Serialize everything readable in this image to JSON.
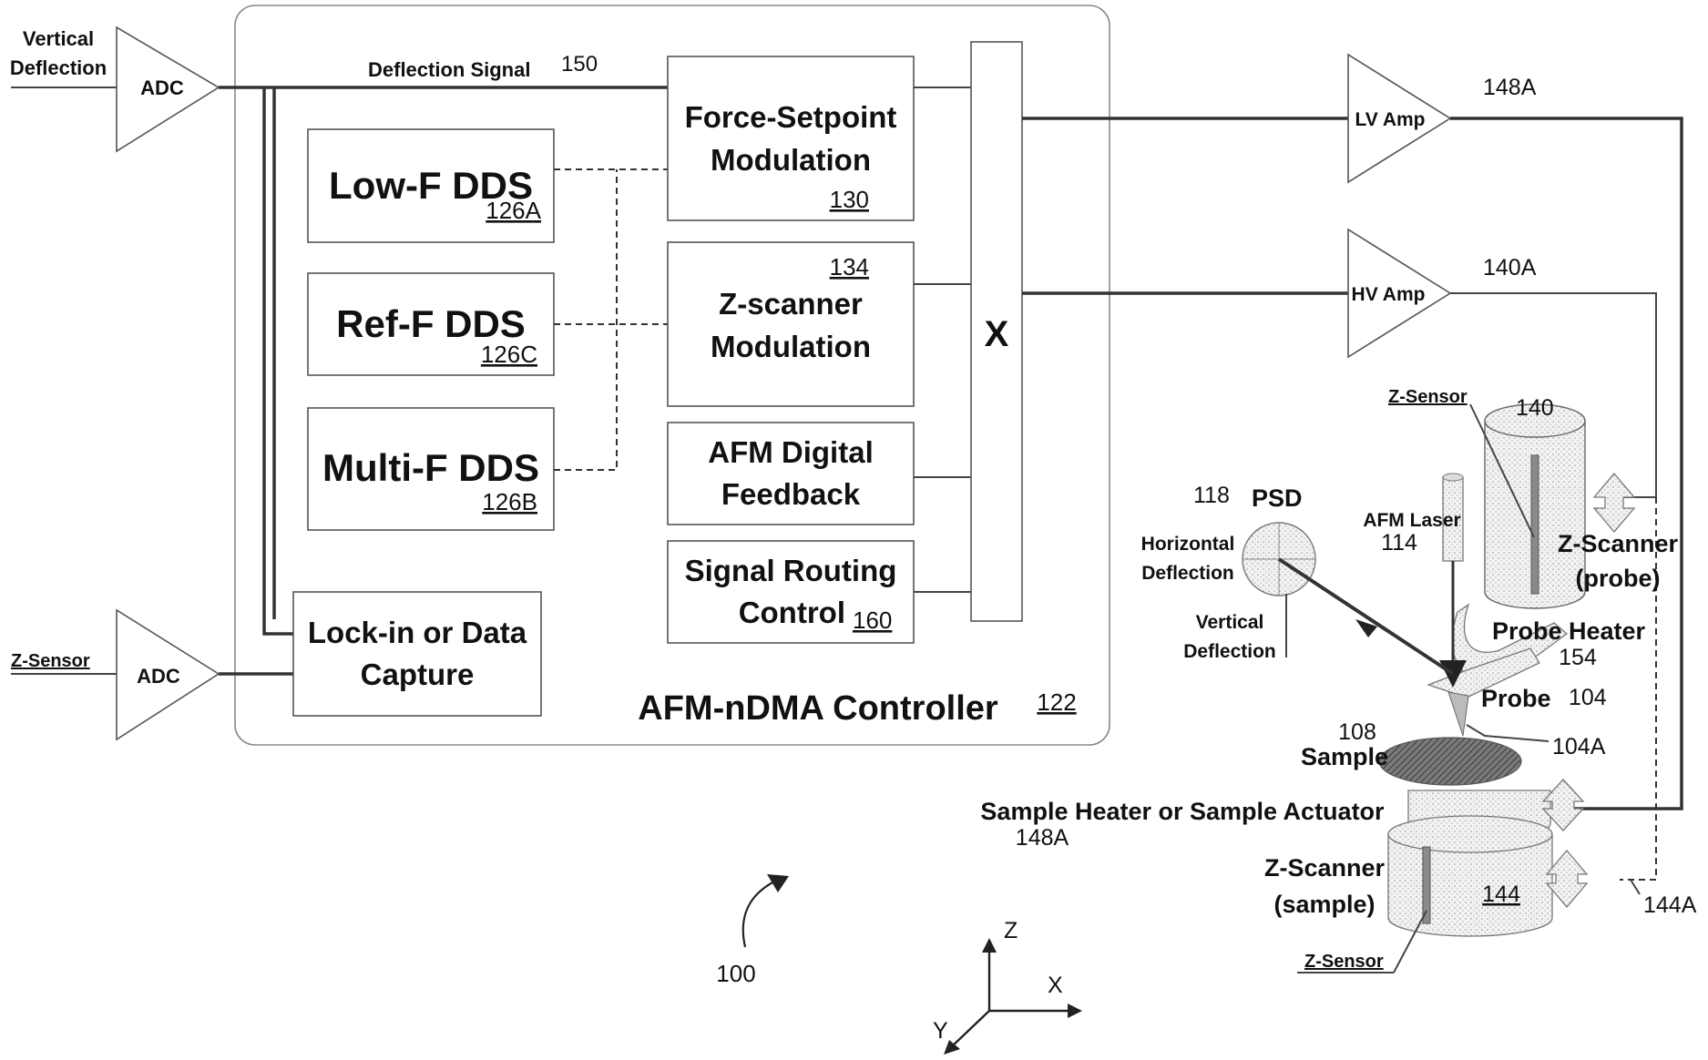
{
  "inputs": {
    "vertical_deflection_line1": "Vertical",
    "vertical_deflection_line2": "Deflection",
    "z_sensor": "Z-Sensor"
  },
  "adc_top": "ADC",
  "adc_bottom": "ADC",
  "deflection_signal": {
    "label": "Deflection Signal",
    "ref": "150"
  },
  "controller": {
    "label": "AFM-nDMA Controller",
    "ref": "122"
  },
  "dds": [
    {
      "label": "Low-F DDS",
      "ref": "126A"
    },
    {
      "label": "Ref-F DDS",
      "ref": "126C"
    },
    {
      "label": "Multi-F DDS",
      "ref": "126B"
    }
  ],
  "modules": {
    "force_setpoint": {
      "line1": "Force-Setpoint",
      "line2": "Modulation",
      "ref": "130"
    },
    "z_scanner_mod": {
      "line1": "Z-scanner",
      "line2": "Modulation",
      "ref": "134"
    },
    "afm_feedback": {
      "line1": "AFM Digital",
      "line2": "Feedback"
    },
    "signal_routing": {
      "line1": "Signal Routing",
      "line2": "Control",
      "ref": "160"
    },
    "lockin": {
      "line1": "Lock-in or Data",
      "line2": "Capture"
    }
  },
  "crossbar": "X",
  "amps": {
    "lv": {
      "label": "LV Amp",
      "ref": "148A"
    },
    "hv": {
      "label": "HV Amp",
      "ref": "140A"
    }
  },
  "hardware": {
    "z_sensor_top": "Z-Sensor",
    "ref_140": "140",
    "psd": {
      "ref": "118",
      "label": "PSD"
    },
    "horizontal_line1": "Horizontal",
    "horizontal_line2": "Deflection",
    "vertical_line1": "Vertical",
    "vertical_line2": "Deflection",
    "afm_laser": {
      "label": "AFM Laser",
      "ref": "114"
    },
    "z_scanner_probe_line1": "Z-Scanner",
    "z_scanner_probe_line2": "(probe)",
    "probe_heater": {
      "label": "Probe Heater",
      "ref": "154"
    },
    "probe": {
      "label": "Probe",
      "ref": "104"
    },
    "tip_ref": "104A",
    "sample": {
      "ref": "108",
      "label": "Sample"
    },
    "sample_heater": {
      "label": "Sample Heater or Sample Actuator",
      "ref": "148A"
    },
    "z_scanner_sample_line1": "Z-Scanner",
    "z_scanner_sample_line2": "(sample)",
    "z_scanner_sample_ref": "144",
    "z_sensor_bottom": "Z-Sensor",
    "ref_144A": "144A"
  },
  "figure_ref": "100",
  "axes": {
    "z": "Z",
    "x": "X",
    "y": "Y"
  }
}
